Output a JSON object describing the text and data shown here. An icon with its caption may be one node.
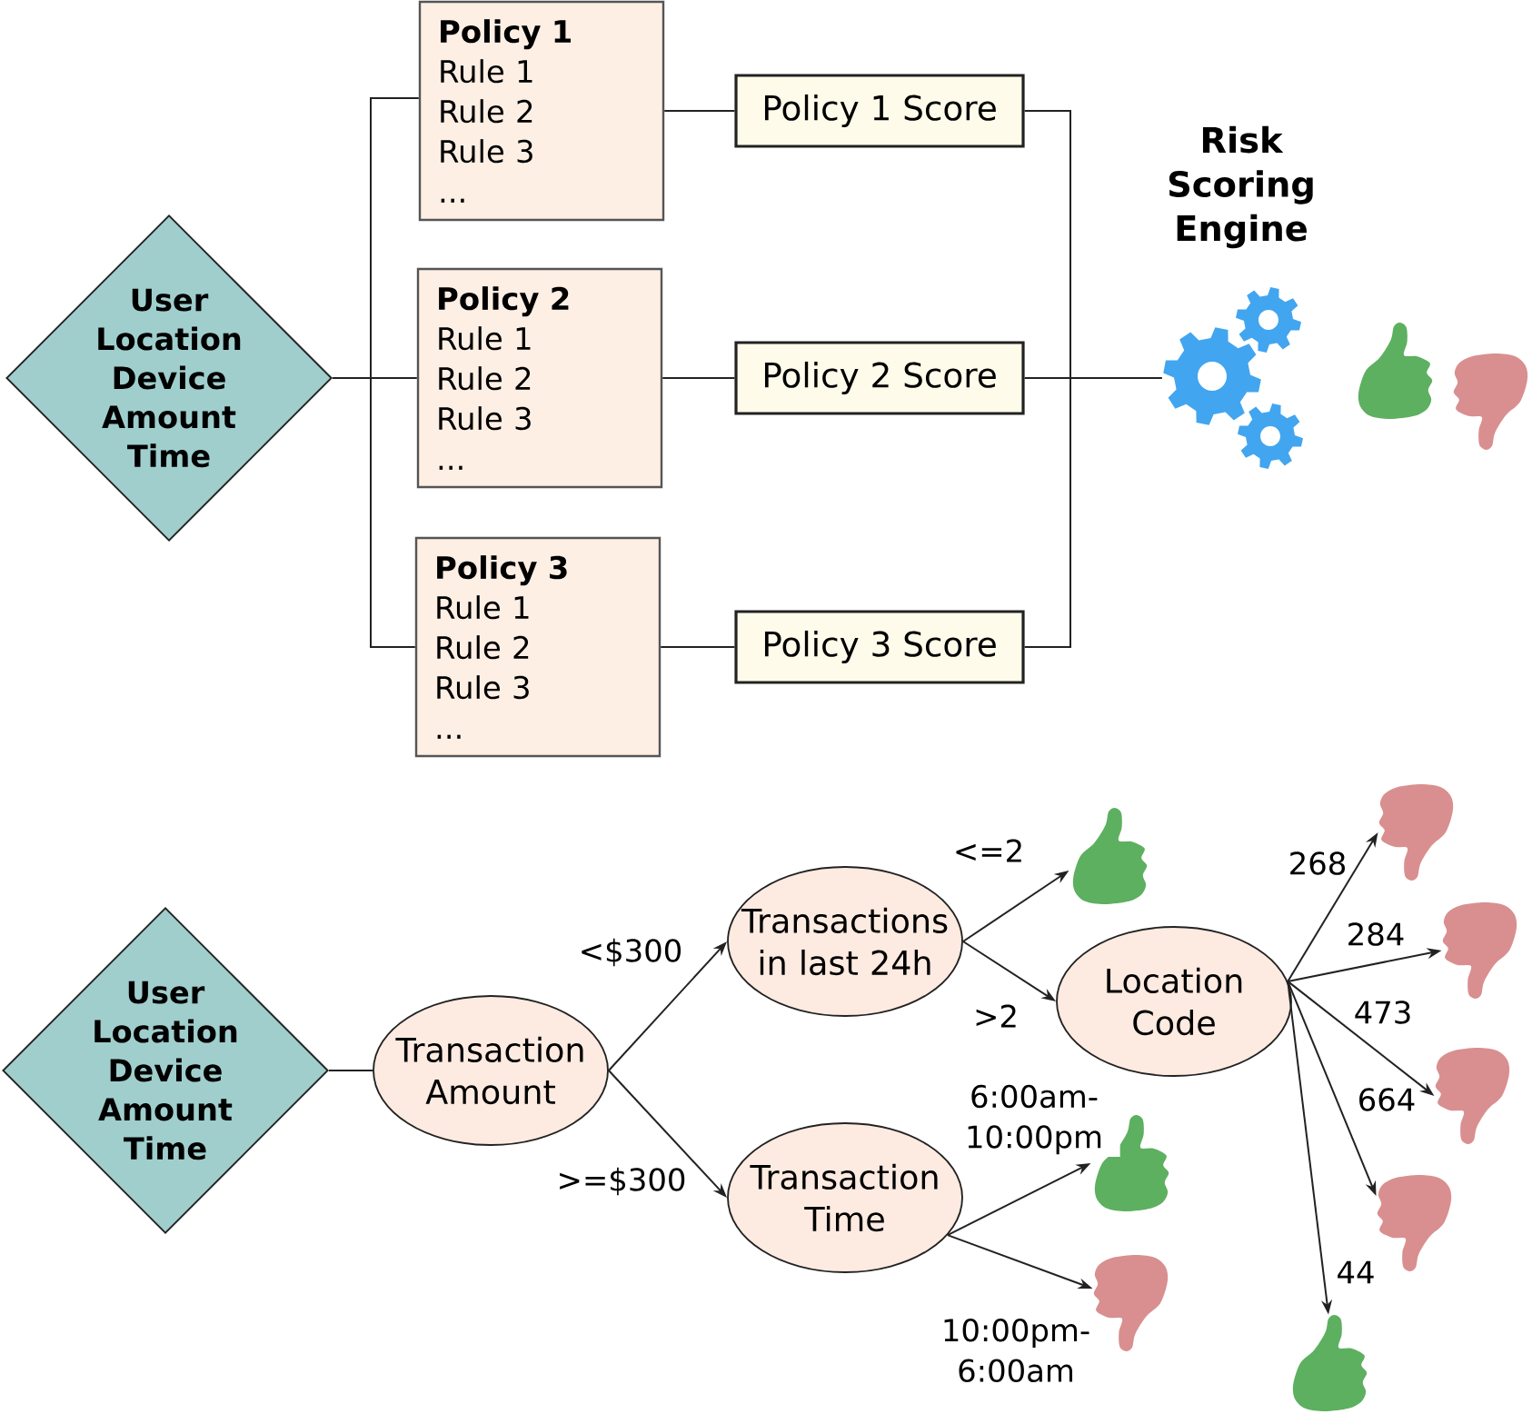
{
  "diagram": {
    "nodes": [
      {
        "text": [
          "User Location Device Amount Time"
        ]
      },
      {
        "text": [
          "Policy 1",
          "Rule 1",
          "Rule 2",
          "Rule 3",
          "..."
        ]
      },
      {
        "text": [
          "Policy 2",
          "Rule 1",
          "Rule 2",
          "Rule 3",
          "..."
        ]
      },
      {
        "text": [
          "Policy 3",
          "Rule 1",
          "Rule 2",
          "Rule 3",
          "..."
        ]
      },
      {
        "text": [
          "Policy 1 Score"
        ]
      },
      {
        "text": [
          "Policy 2 Score"
        ]
      },
      {
        "text": [
          "Policy 3 Score"
        ]
      },
      {
        "text": [
          "Risk Scoring Engine"
        ]
      },
      {
        "text": [
          "User Location Device Amount Time"
        ]
      },
      {
        "text": [
          "Transaction Amount"
        ]
      },
      {
        "text": [
          "Transactions in last 24h"
        ]
      },
      {
        "text": [
          "Transaction Time"
        ]
      },
      {
        "text": [
          "Location Code"
        ]
      },
      {
        "text": [],
        "shape": "picture"
      },
      {
        "text": [],
        "shape": "picture"
      },
      {
        "text": [],
        "shape": "picture"
      },
      {
        "text": [],
        "shape": "picture"
      },
      {
        "text": [],
        "shape": "picture"
      },
      {
        "text": [],
        "shape": "picture"
      },
      {
        "text": [],
        "shape": "picture"
      },
      {
        "text": [],
        "shape": "picture"
      }
    ],
    "edges": [
      {
        "from": 0,
        "to": 1,
        "arrow": "none"
      },
      {
        "from": 0,
        "to": 2,
        "arrow": "none"
      },
      {
        "from": 0,
        "to": 3,
        "arrow": "none"
      },
      {
        "from": 1,
        "to": 4,
        "arrow": "none"
      },
      {
        "from": 2,
        "to": 5,
        "arrow": "none"
      },
      {
        "from": 3,
        "to": 6,
        "arrow": "none"
      },
      {
        "from": 4,
        "to": 7,
        "arrow": "none"
      },
      {
        "from": 5,
        "to": 7,
        "arrow": "none"
      },
      {
        "from": 6,
        "to": 7,
        "arrow": "none"
      },
      {
        "from": 8,
        "to": 9,
        "arrow": "none"
      },
      {
        "from": 9,
        "to": 10,
        "arrow": "to",
        "label": "<$300"
      },
      {
        "from": 9,
        "to": 11,
        "arrow": "to",
        "label": ">=$300"
      },
      {
        "from": 10,
        "to": 13,
        "arrow": "to",
        "label": "<=2"
      },
      {
        "from": 10,
        "to": 12,
        "arrow": "to",
        "label": ">2"
      },
      {
        "from": 11,
        "to": 14,
        "arrow": "to",
        "label": "6:00am- 10:00pm"
      },
      {
        "from": 11,
        "to": 15,
        "arrow": "to",
        "label": "10:00pm- 6:00am"
      },
      {
        "from": 12,
        "to": 16,
        "arrow": "to",
        "label": "268"
      },
      {
        "from": 12,
        "to": 17,
        "arrow": "to",
        "label": "284"
      },
      {
        "from": 12,
        "to": 18,
        "arrow": "to",
        "label": "473"
      },
      {
        "from": 12,
        "to": 19,
        "arrow": "to",
        "label": "664"
      },
      {
        "from": 12,
        "to": 20,
        "arrow": "to",
        "label": "44"
      }
    ]
  }
}
